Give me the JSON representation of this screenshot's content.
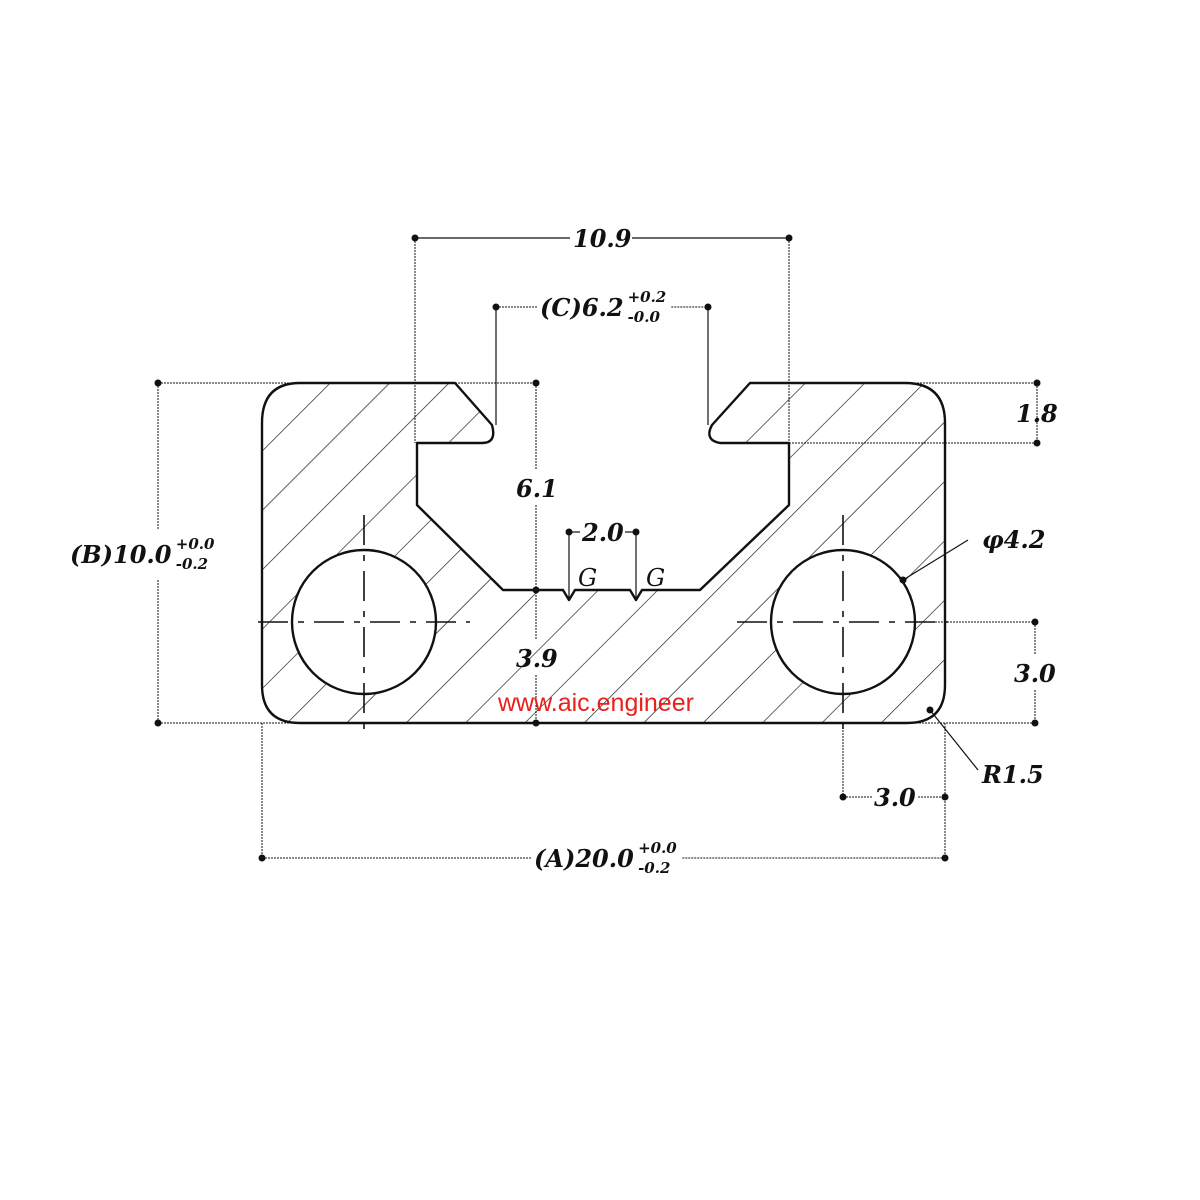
{
  "drawing": {
    "dimensions": {
      "slot_opening_outer": "10.9",
      "slot_width_c": "(C)6.2",
      "slot_width_c_tol_plus": "+0.2",
      "slot_width_c_tol_minus": "-0.0",
      "lip_thickness": "1.8",
      "slot_depth": "6.1",
      "groove_pitch": "2.0",
      "groove_label_1": "G",
      "groove_label_2": "G",
      "height_b": "(B)10.0",
      "height_b_tol_plus": "+0.0",
      "height_b_tol_minus": "-0.2",
      "hole_diameter": "φ4.2",
      "bottom_thickness": "3.9",
      "hole_center_height": "3.0",
      "corner_radius": "R1.5",
      "hole_center_offset": "3.0",
      "width_a": "(A)20.0",
      "width_a_tol_plus": "+0.0",
      "width_a_tol_minus": "-0.2"
    },
    "watermark": "www.aic.engineer",
    "colors": {
      "line": "#111111",
      "watermark": "#e8201e"
    }
  }
}
